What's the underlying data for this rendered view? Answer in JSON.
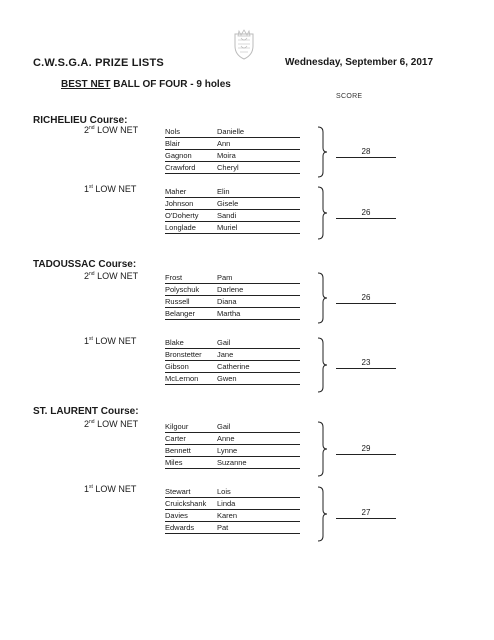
{
  "header": {
    "title": "C.W.S.G.A. PRIZE LISTS",
    "date": "Wednesday, September 6, 2017",
    "subtitle_underlined": "BEST NET",
    "subtitle_rest": " BALL OF FOUR - 9 holes",
    "score_header": "SCORE"
  },
  "courses": [
    {
      "name": "RICHELIEU Course:",
      "groups": [
        {
          "place_num": "2",
          "place_sup": "nd",
          "label": " LOW NET",
          "score": "28",
          "players": [
            [
              "Nols",
              "Danielle"
            ],
            [
              "Blair",
              "Ann"
            ],
            [
              "Gagnon",
              "Moira"
            ],
            [
              "Crawford",
              "Cheryl"
            ]
          ]
        },
        {
          "place_num": "1",
          "place_sup": "st",
          "label": " LOW NET",
          "score": "26",
          "players": [
            [
              "Maher",
              "Elin"
            ],
            [
              "Johnson",
              "Gisele"
            ],
            [
              "O'Doherty",
              "Sandi"
            ],
            [
              "Longlade",
              "Muriel"
            ]
          ]
        }
      ]
    },
    {
      "name": "TADOUSSAC Course:",
      "groups": [
        {
          "place_num": "2",
          "place_sup": "nd",
          "label": " LOW NET",
          "score": "26",
          "players": [
            [
              "Frost",
              "Pam"
            ],
            [
              "Polyschuk",
              "Darlene"
            ],
            [
              "Russell",
              "Diana"
            ],
            [
              "Belanger",
              "Martha"
            ]
          ]
        },
        {
          "place_num": "1",
          "place_sup": "st",
          "label": " LOW NET",
          "score": "23",
          "players": [
            [
              "Blake",
              "Gail"
            ],
            [
              "Bronstetter",
              "Jane"
            ],
            [
              "Gibson",
              "Catherine"
            ],
            [
              "McLernon",
              "Gwen"
            ]
          ]
        }
      ]
    },
    {
      "name": "ST. LAURENT Course:",
      "groups": [
        {
          "place_num": "2",
          "place_sup": "nd",
          "label": " LOW NET",
          "score": "29",
          "players": [
            [
              "Kilgour",
              "Gail"
            ],
            [
              "Carter",
              "Anne"
            ],
            [
              "Bennett",
              "Lynne"
            ],
            [
              "Miles",
              "Suzanne"
            ]
          ]
        },
        {
          "place_num": "1",
          "place_sup": "st",
          "label": " LOW NET",
          "score": "27",
          "players": [
            [
              "Stewart",
              "Lois"
            ],
            [
              "Cruickshank",
              "Linda"
            ],
            [
              "Davies",
              "Karen"
            ],
            [
              "Edwards",
              "Pat"
            ]
          ]
        }
      ]
    }
  ]
}
